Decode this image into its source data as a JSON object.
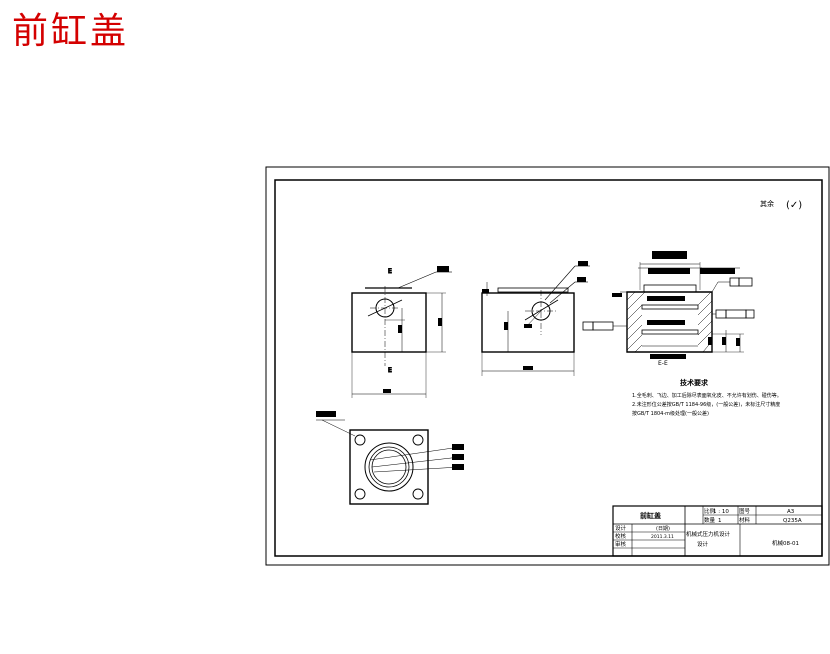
{
  "page_title": "前缸盖",
  "roughness_note": "其余",
  "roughness_symbol": "(✓)",
  "section_label": "E-E",
  "tech_requirements": {
    "heading": "技术要求",
    "lines": [
      "1.全毛刺、飞边、加工后除尽表面氧化皮、不允许有划伤、碰伤等。",
      "2.未注形位公差按GB/T 1184-96级，(一般公差)，未标注尺寸精度",
      "按GB/T 1804-m级处理(一般公差)"
    ]
  },
  "title_block": {
    "part_name": "前缸盖",
    "scale_label": "比例",
    "scale_value": "1 : 10",
    "sheet_label": "图号",
    "sheet_value": "A3",
    "qty_label": "数量",
    "qty_value": "1",
    "material_label": "材料",
    "material_value": "Q235A",
    "design_label": "设计",
    "check_label": "校核",
    "review_label": "审核",
    "date_label": "(日期)",
    "date_value": "2011.3.11",
    "project_name": "机械式压力机设计",
    "school_label": "设计",
    "drawing_no": "机械08-01"
  }
}
